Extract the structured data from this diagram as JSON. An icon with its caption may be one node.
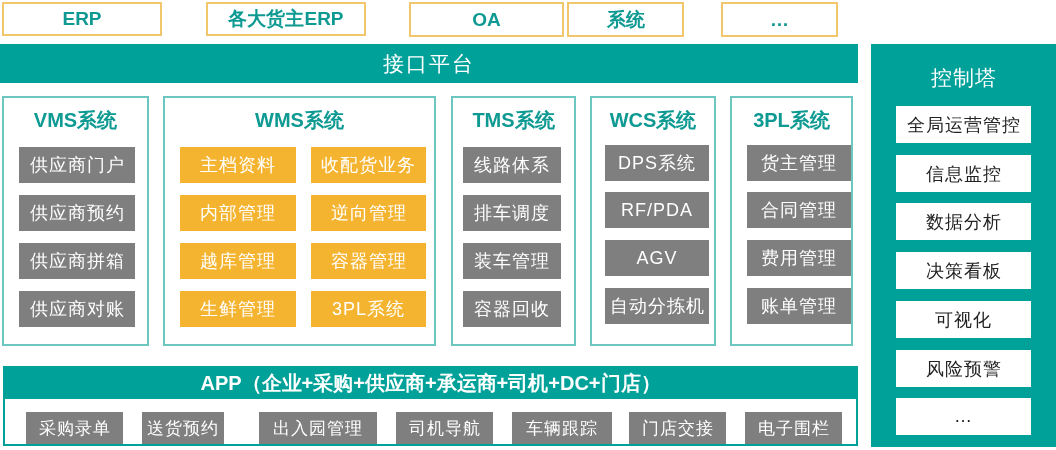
{
  "diagram": {
    "nodes": [
      {
        "text": [
          "ERP"
        ]
      },
      {
        "text": [
          "各大货主ERP"
        ]
      },
      {
        "text": [
          "OA"
        ]
      },
      {
        "text": [
          "系统"
        ]
      },
      {
        "text": [
          "…"
        ]
      },
      {
        "text": [
          "接口平台"
        ]
      },
      {
        "text": [
          "VMS系统"
        ]
      },
      {
        "text": [
          "供应商门户"
        ],
        "in": 6
      },
      {
        "text": [
          "供应商预约"
        ],
        "in": 6
      },
      {
        "text": [
          "供应商拼箱"
        ],
        "in": 6
      },
      {
        "text": [
          "供应商对账"
        ],
        "in": 6
      },
      {
        "text": [
          "WMS系统"
        ]
      },
      {
        "text": [
          "主档资料"
        ],
        "in": 11
      },
      {
        "text": [
          "收配货业务"
        ],
        "in": 11
      },
      {
        "text": [
          "内部管理"
        ],
        "in": 11
      },
      {
        "text": [
          "逆向管理"
        ],
        "in": 11
      },
      {
        "text": [
          "越库管理"
        ],
        "in": 11
      },
      {
        "text": [
          "容器管理"
        ],
        "in": 11
      },
      {
        "text": [
          "生鲜管理"
        ],
        "in": 11
      },
      {
        "text": [
          "3PL系统"
        ],
        "in": 11
      },
      {
        "text": [
          "TMS系统"
        ]
      },
      {
        "text": [
          "线路体系"
        ],
        "in": 20
      },
      {
        "text": [
          "排车调度"
        ],
        "in": 20
      },
      {
        "text": [
          "装车管理"
        ],
        "in": 20
      },
      {
        "text": [
          "容器回收"
        ],
        "in": 20
      },
      {
        "text": [
          "WCS系统"
        ]
      },
      {
        "text": [
          "DPS系统"
        ],
        "in": 25
      },
      {
        "text": [
          "RF/PDA"
        ],
        "in": 25
      },
      {
        "text": [
          "AGV"
        ],
        "in": 25
      },
      {
        "text": [
          "自动分拣机"
        ],
        "in": 25
      },
      {
        "text": [
          "3PL系统"
        ]
      },
      {
        "text": [
          "货主管理"
        ],
        "in": 30
      },
      {
        "text": [
          "合同管理"
        ],
        "in": 30
      },
      {
        "text": [
          "费用管理"
        ],
        "in": 30
      },
      {
        "text": [
          "账单管理"
        ],
        "in": 30
      },
      {
        "text": [
          "APP（企业+采购+供应商+承运商+司机+DC+门店）"
        ]
      },
      {
        "text": [
          "采购录单"
        ],
        "in": 35
      },
      {
        "text": [
          "送货预约"
        ],
        "in": 35
      },
      {
        "text": [
          "出入园管理"
        ],
        "in": 35
      },
      {
        "text": [
          "司机导航"
        ],
        "in": 35
      },
      {
        "text": [
          "车辆跟踪"
        ],
        "in": 35
      },
      {
        "text": [
          "门店交接"
        ],
        "in": 35
      },
      {
        "text": [
          "电子围栏"
        ],
        "in": 35
      },
      {
        "text": [
          "控制塔"
        ]
      },
      {
        "text": [
          "全局运营管控"
        ],
        "in": 43
      },
      {
        "text": [
          "信息监控"
        ],
        "in": 43
      },
      {
        "text": [
          "数据分析"
        ],
        "in": 43
      },
      {
        "text": [
          "决策看板"
        ],
        "in": 43
      },
      {
        "text": [
          "可视化"
        ],
        "in": 43
      },
      {
        "text": [
          "风险预警"
        ],
        "in": 43
      },
      {
        "text": [
          "…"
        ],
        "in": 43
      }
    ]
  }
}
